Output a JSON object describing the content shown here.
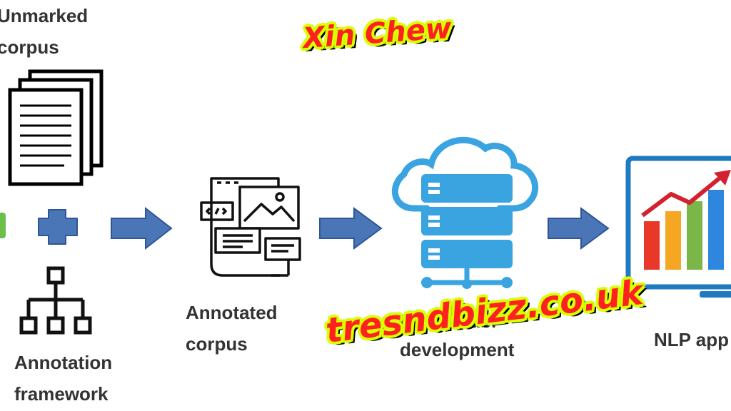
{
  "labels": {
    "unmarked_corpus_line1": "Unmarked",
    "unmarked_corpus_line2": "corpus",
    "annotation_framework_line1": "Annotation",
    "annotation_framework_line2": "framework",
    "annotated_corpus_line1": "Annotated",
    "annotated_corpus_line2": "corpus",
    "nlp_model_line1": "NLP model",
    "nlp_model_line2": "development",
    "nlp_application": "NLP app"
  },
  "watermarks": {
    "top": "Xin Chew",
    "bottom": "tresndbizz.co.uk"
  },
  "colors": {
    "arrow_fill": "#4a76b8",
    "arrow_stroke": "#2f5597",
    "cloud_blue": "#3aa4e0",
    "bar_colors": [
      "#e8382a",
      "#f5a623",
      "#7ab648",
      "#2e86de"
    ],
    "watermark_text": "#ff2020",
    "watermark_outline": "#d8ff00"
  },
  "icons": [
    "document-stack-icon",
    "plus-icon",
    "hierarchy-icon",
    "annotation-tool-icon",
    "cloud-server-icon",
    "analytics-monitor-icon",
    "flow-arrow-icon"
  ]
}
